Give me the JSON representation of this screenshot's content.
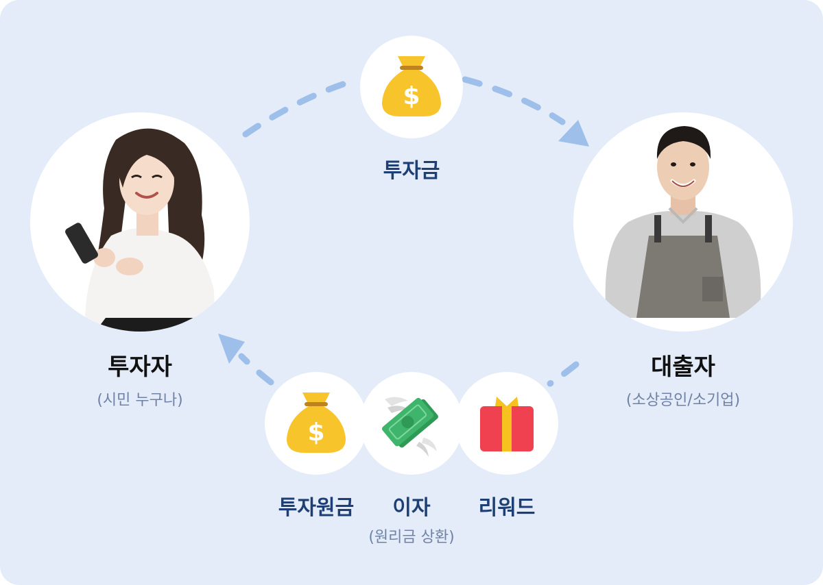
{
  "flow_top": {
    "label": "투자금"
  },
  "investor": {
    "title": "투자자",
    "subtitle": "(시민 누구나)"
  },
  "borrower": {
    "title": "대출자",
    "subtitle": "(소상공인/소기업)"
  },
  "returns": {
    "items": [
      {
        "label": "투자원금",
        "icon": "money-bag-icon"
      },
      {
        "label": "이자",
        "icon": "flying-money-icon"
      },
      {
        "label": "리워드",
        "icon": "gift-icon"
      }
    ],
    "caption": "(원리금 상환)"
  },
  "colors": {
    "background": "#e3ecf8",
    "arrow": "#9dbfea",
    "heading_blue": "#1e3f73",
    "subtext": "#6f82a6",
    "bag": "#f7c52b",
    "cash": "#3fb56b",
    "gift_box": "#ef4150",
    "gift_ribbon": "#f6c21f"
  }
}
